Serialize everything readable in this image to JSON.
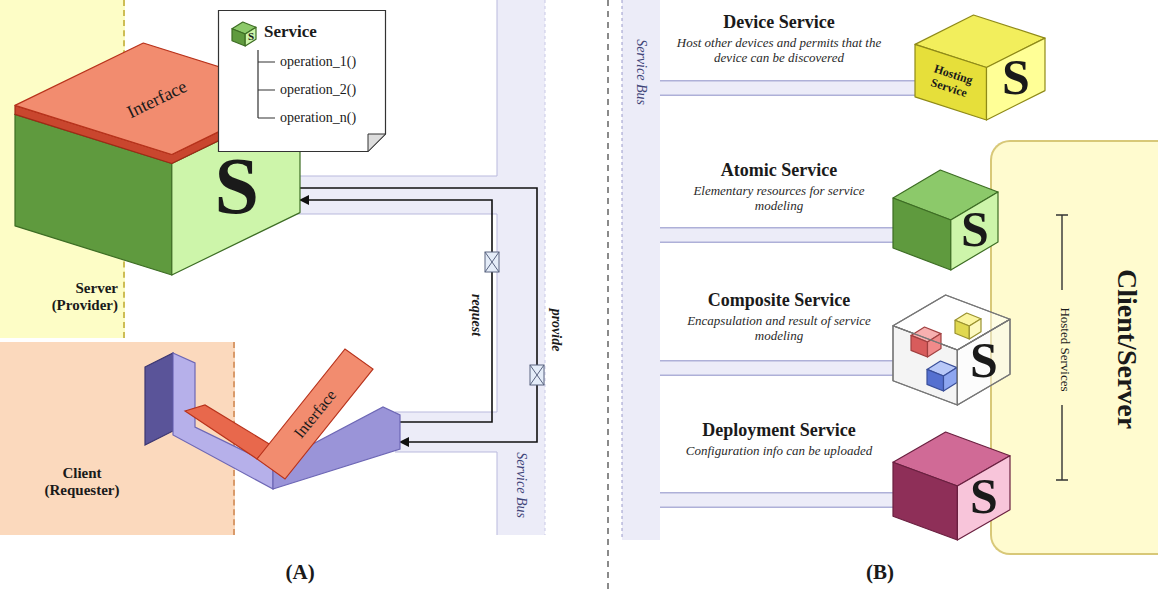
{
  "diagram": {
    "nodes": [
      {
        "text": [
          "Server (Provider)"
        ]
      },
      {
        "text": [
          "Interface",
          "S"
        ]
      },
      {
        "text": [
          "S",
          "Service",
          "operation_1()",
          "operation_2()",
          "operation_n()"
        ]
      },
      {
        "text": [
          "Client (Requester)"
        ]
      },
      {
        "text": [
          "Interface"
        ],
        "in": 3
      },
      {
        "text": [
          "Service Bus"
        ]
      },
      {
        "text": [
          "Service Bus"
        ]
      },
      {
        "text": [
          "Device Service",
          "Host other devices and permits that the device can be discovered"
        ]
      },
      {
        "text": [
          "Hosting Service",
          "S"
        ]
      },
      {
        "text": [
          "Atomic Service",
          "Elementary resources for service modeling"
        ]
      },
      {
        "text": [
          "S"
        ]
      },
      {
        "text": [
          "Composite Service",
          "Encapsulation and result of service modeling"
        ]
      },
      {
        "text": [
          "S"
        ]
      },
      {
        "text": [
          "Deployment Service",
          "Configuration info can be uploaded"
        ]
      },
      {
        "text": [
          "S"
        ]
      },
      {
        "text": [
          "Hosted Services",
          "Client/Server"
        ]
      }
    ],
    "edges": [
      {
        "from": 4,
        "to": 1,
        "label": "request",
        "arrow": "to"
      },
      {
        "from": 1,
        "to": 4,
        "label": "provide",
        "arrow": "to"
      },
      {
        "from": 6,
        "to": 8,
        "arrow": "none"
      },
      {
        "from": 6,
        "to": 10,
        "arrow": "none"
      },
      {
        "from": 6,
        "to": 12,
        "arrow": "none"
      },
      {
        "from": 6,
        "to": 14,
        "arrow": "none"
      }
    ],
    "labels": [
      "(A)",
      "(B)"
    ]
  }
}
